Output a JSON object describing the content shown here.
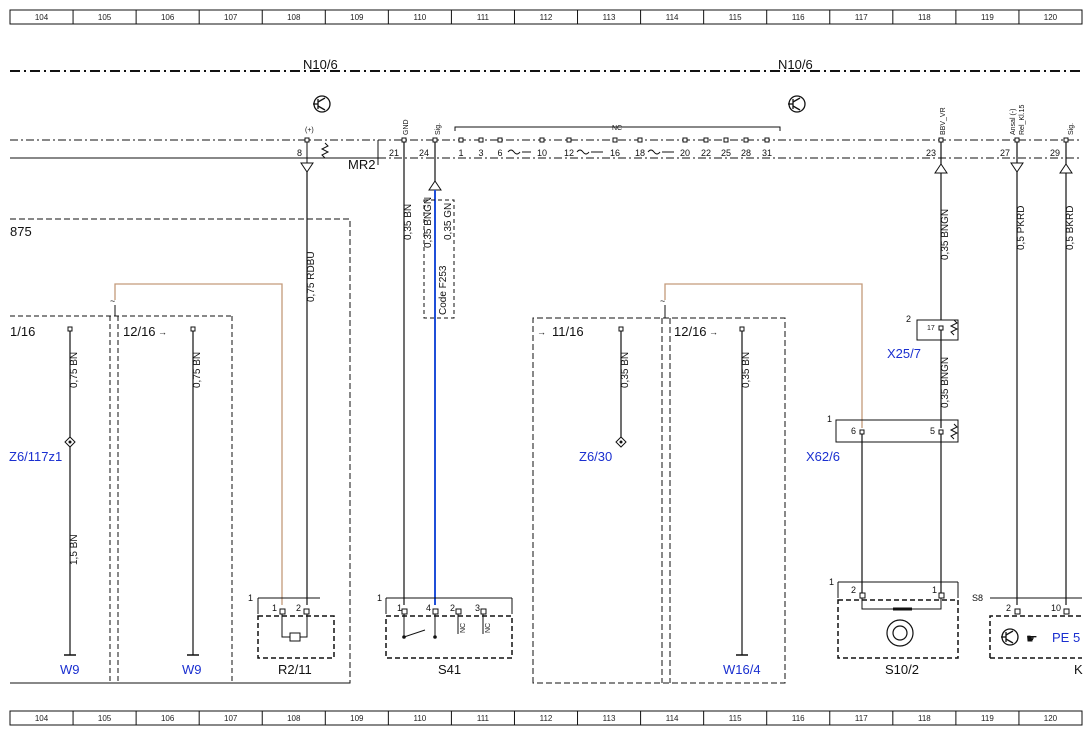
{
  "ruler": {
    "columns": [
      "104",
      "105",
      "106",
      "107",
      "108",
      "109",
      "110",
      "111",
      "112",
      "113",
      "114",
      "115",
      "116",
      "117",
      "118",
      "119",
      "120"
    ]
  },
  "modules": {
    "left_title": "N10/6",
    "right_title": "N10/6",
    "connector": "MR2",
    "box875": "875"
  },
  "pins": {
    "p8_sig": "(+)",
    "p8": "8",
    "p21_sig": "GND",
    "p21": "21",
    "p24_sig": "Sig.",
    "p24": "24",
    "nc_label": "NC",
    "nc_pins": [
      "1",
      "3",
      "6",
      "10",
      "12",
      "16",
      "18",
      "20",
      "22",
      "25",
      "28",
      "31"
    ],
    "p23_sig": "BBV_VR",
    "p23": "23",
    "p27_sig": "Ansal (-)",
    "p27_sig2": "Rel_Kl.15",
    "p27": "27",
    "p29_sig": "Sig.",
    "p29": "29"
  },
  "wires": {
    "w_rdbu": "0,75 RDBU",
    "w_bn035": "0,35 BN",
    "w_bngn": "0,35 BNGN",
    "w_gn": "0,35 GN",
    "code": "Code F253",
    "w_bngn23": "0,35 BNGN",
    "w_pkrd": "0,5 PKRD",
    "w_bkrd": "0,5 BKRD",
    "w_bn075a": "0,75 BN",
    "w_bn075b": "0,75 BN",
    "w_bn15": "1,5 BN",
    "w_bn035b": "0,35 BN",
    "w_bn035c": "0,35 BN",
    "w_bngn2": "0,35 BNGN"
  },
  "refs": {
    "r116": "1/16",
    "r1216a": "12/16",
    "r1116": "11/16",
    "r1216b": "12/16"
  },
  "components": {
    "z6_117": "Z6/117z1",
    "z6_30": "Z6/30",
    "w9a": "W9",
    "w9b": "W9",
    "r2_11": "R2/11",
    "s41": "S41",
    "w16_4": "W16/4",
    "s10_2": "S10/2",
    "x25_7": "X25/7",
    "x62_6": "X62/6",
    "s8": "S8",
    "pe": "PE 5",
    "k": "K"
  },
  "comp_pins": {
    "r2_1": "1",
    "r2_p1": "1",
    "r2_p2": "2",
    "s41_1": "1",
    "s41_p1": "1",
    "s41_p4": "4",
    "s41_p2": "2",
    "s41_p3": "3",
    "s41_nc1": "NC",
    "s41_nc2": "NC",
    "x25_2": "2",
    "x25_17": "17",
    "x62_1": "1",
    "x62_6": "6",
    "x62_5": "5",
    "s10_1": "1",
    "s10_p2": "2",
    "s10_p1": "1",
    "s8_p2": "2",
    "s8_p10": "10"
  },
  "colors": {
    "line": "#111111",
    "blue_wire": "#1f4fd8",
    "brown_wire": "#c49a7a",
    "label_blue": "#1a2fd0"
  }
}
